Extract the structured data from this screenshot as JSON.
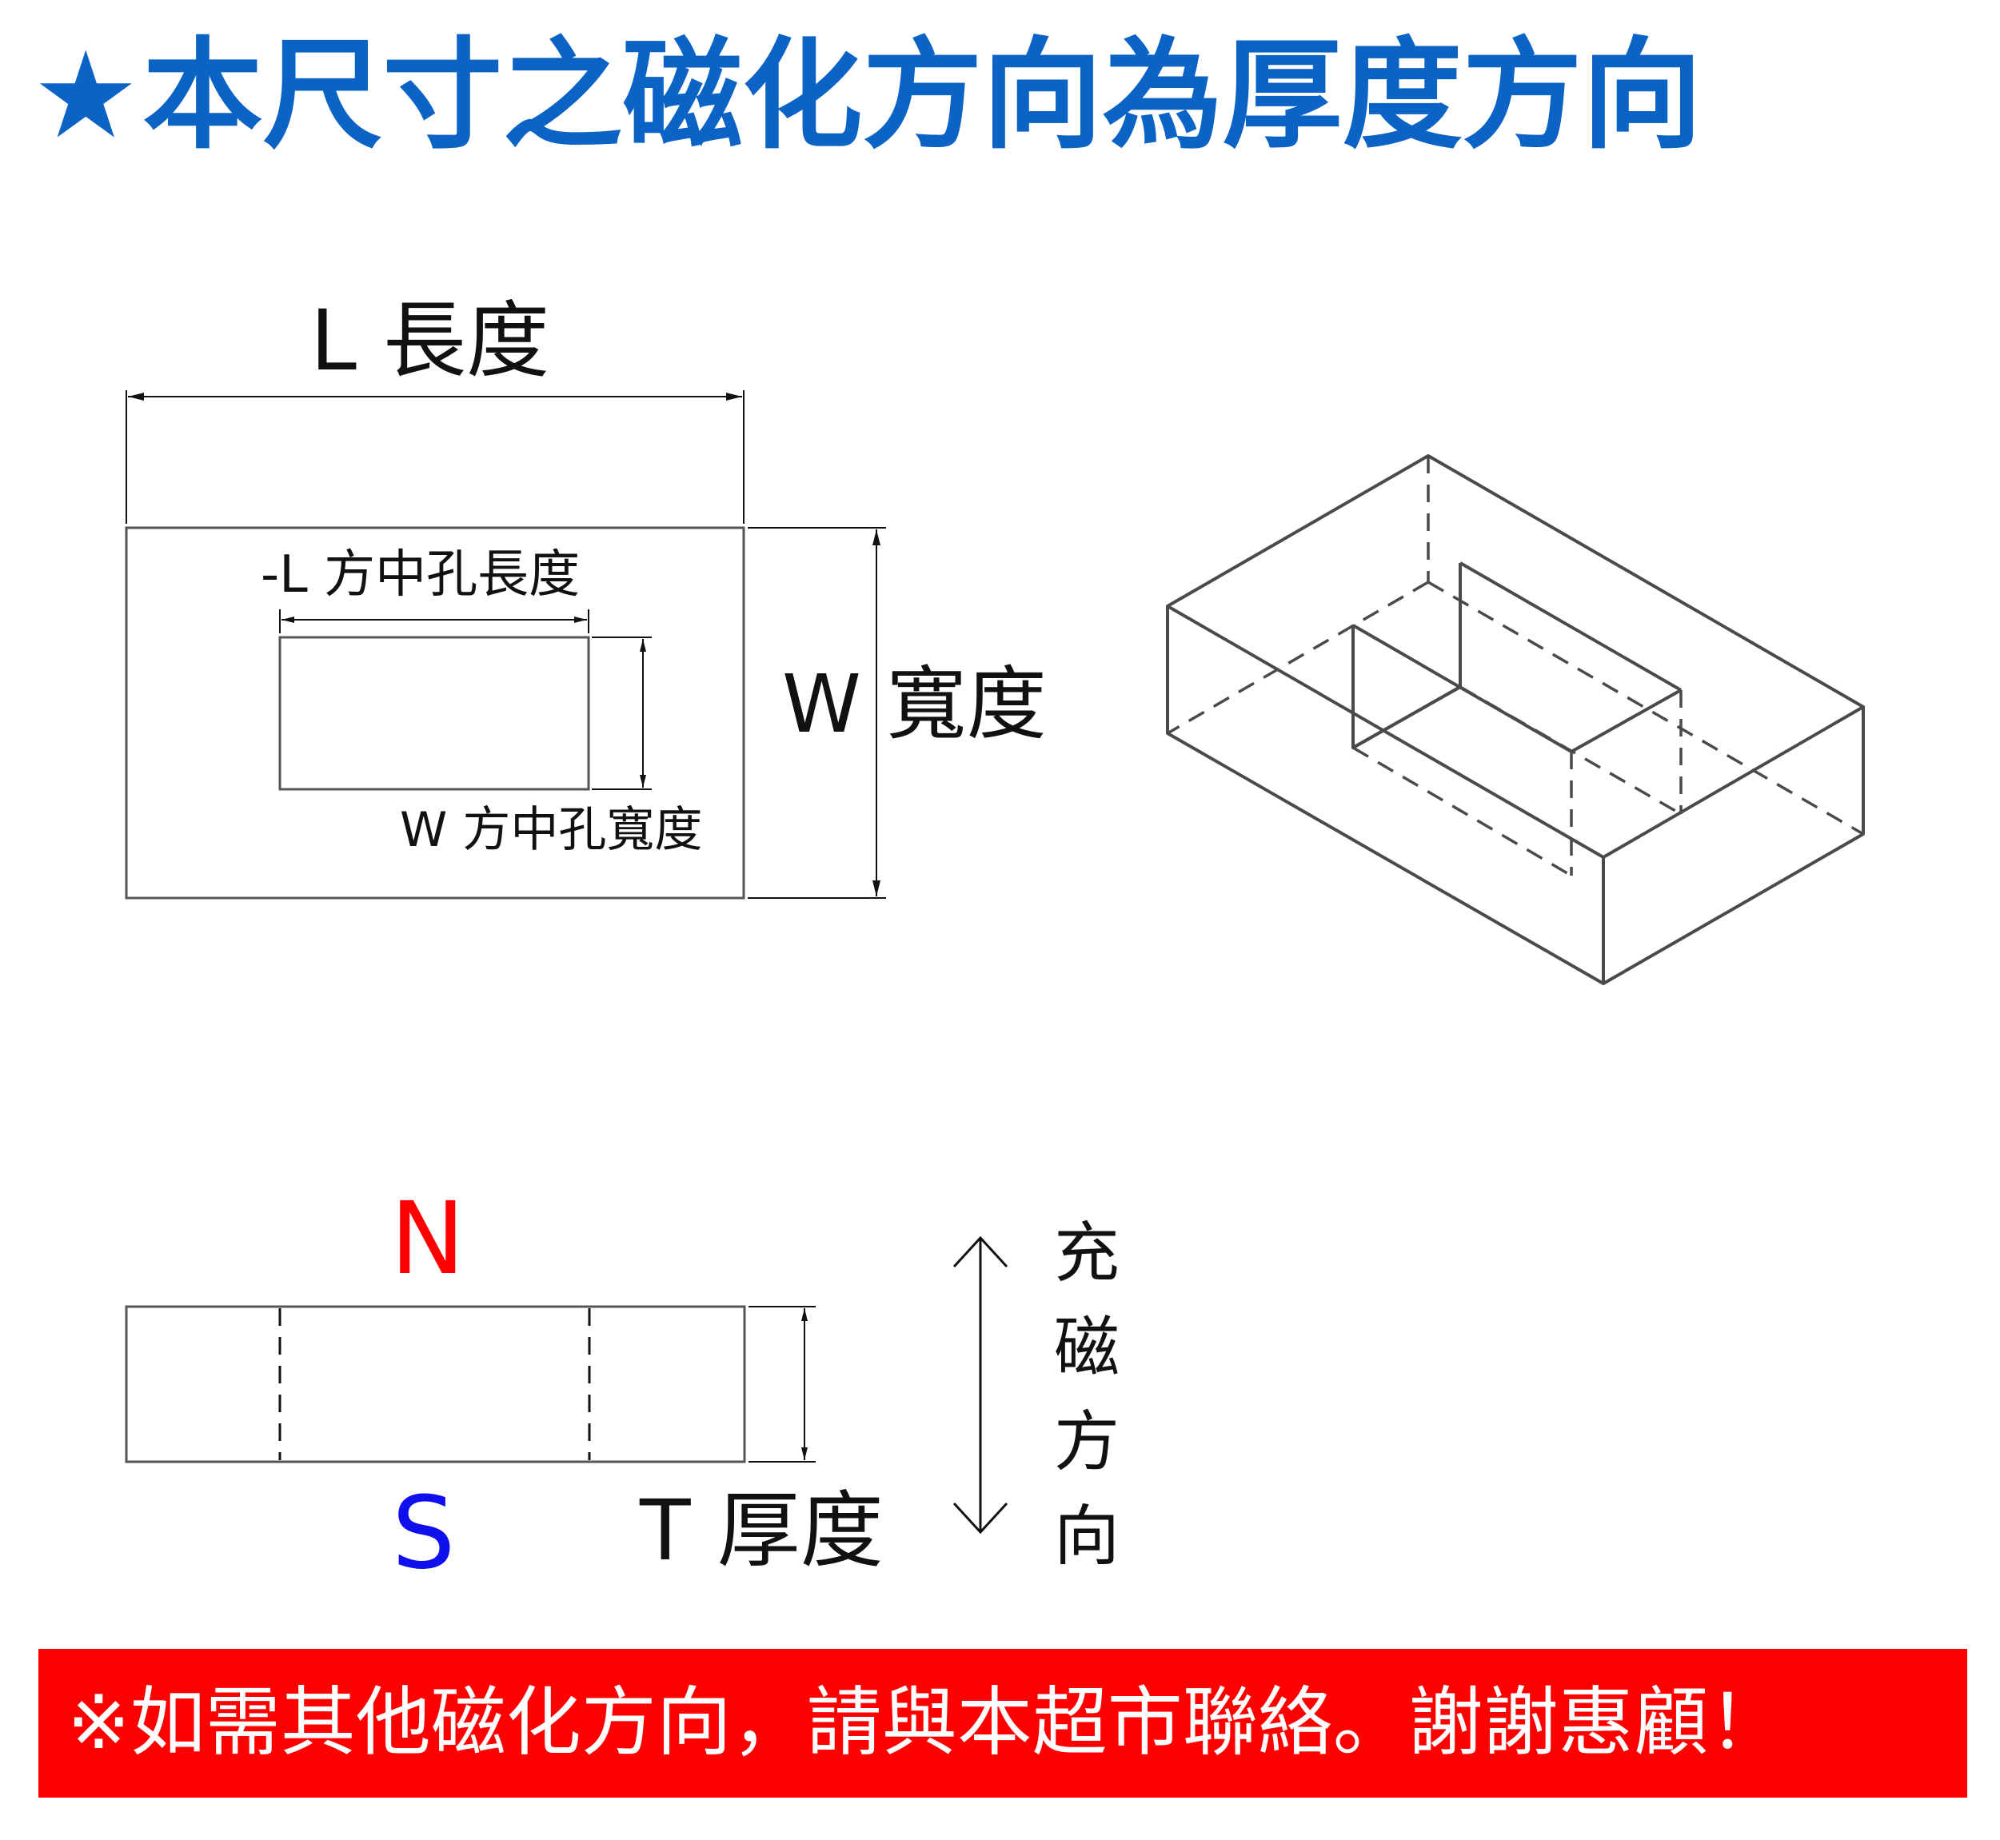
{
  "title": {
    "star": "★",
    "text": "本尺寸之磁化方向為厚度方向",
    "color": "#0b63c6"
  },
  "labels": {
    "length": "L 長度",
    "width": "W 寬度",
    "hole_length": "-L 方中孔長度",
    "hole_width": "W 方中孔寬度",
    "north": "N",
    "south": "S",
    "thickness": "T 厚度",
    "magnetize_chars": [
      "充",
      "磁",
      "方",
      "向"
    ]
  },
  "colors": {
    "north": "#ff0000",
    "south": "#1010ee",
    "line": "#444444",
    "banner_bg": "#ff0000"
  },
  "banner": {
    "text": "※如需其他磁化方向，請與本超市聯絡。謝謝惠顧！"
  }
}
